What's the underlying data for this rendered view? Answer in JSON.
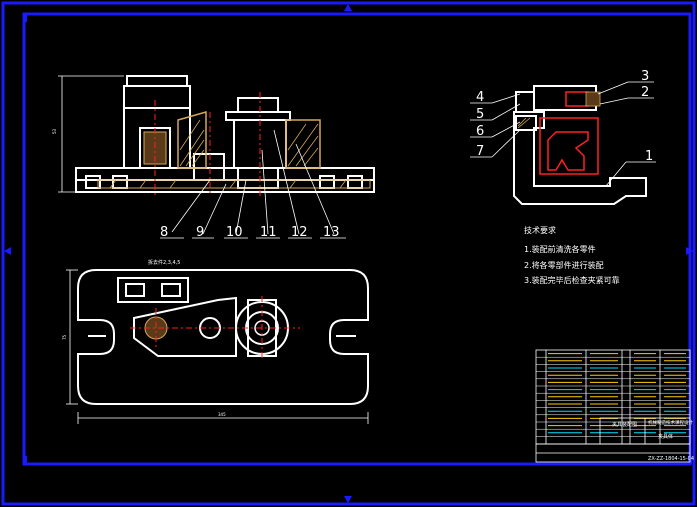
{
  "drawing": {
    "view_note": "拆去件2,3,4,5",
    "overall_width": "345",
    "overall_height": "75",
    "side_height": "53",
    "part_labels_main": [
      "8",
      "9",
      "10",
      "11",
      "12",
      "13"
    ],
    "part_labels_side": [
      "4",
      "5",
      "6",
      "7",
      "3",
      "2",
      "1"
    ]
  },
  "tech_requirements": {
    "heading": "技术要求",
    "items": [
      "1.装配前清洗各零件",
      "2.将各零部件进行装配",
      "3.装配完毕后检查夹紧可靠"
    ]
  },
  "title_block": {
    "name": "夹具装配图",
    "designer_label": "夹具体",
    "school": "机械制造技术课程设计",
    "drawing_no": "ZX-ZZ-1804-15-04"
  },
  "colors": {
    "background": "#000000",
    "frame": "#1a1aff",
    "outline": "#ffffff",
    "center": "#ff2020",
    "section": "#d4a85a",
    "accent": "#00e0ff"
  }
}
